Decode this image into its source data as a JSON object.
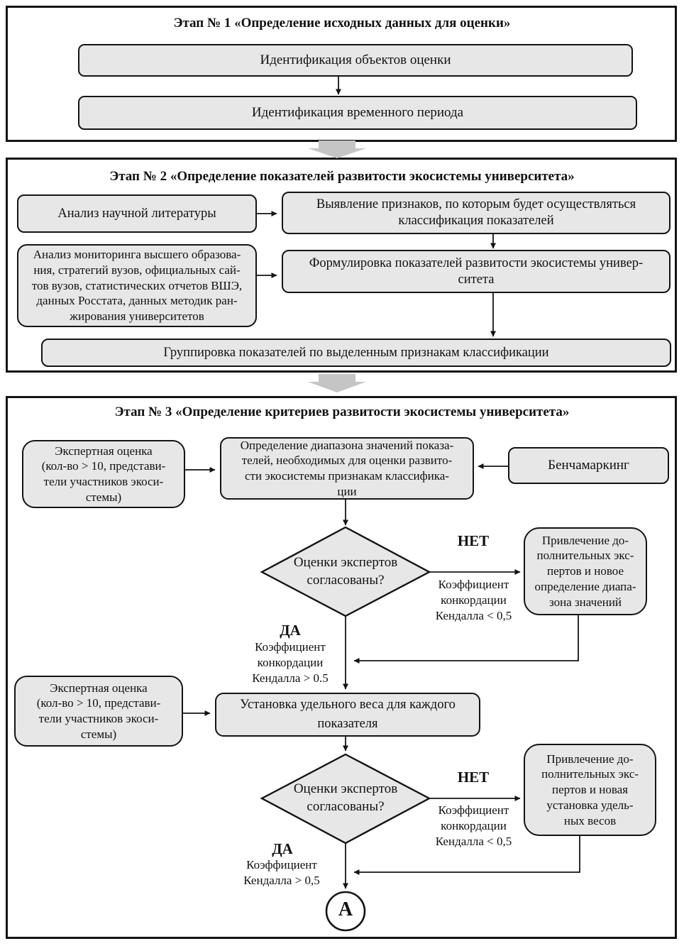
{
  "stage1": {
    "title": "Этап № 1 «Определение исходных данных для оценки»",
    "box_objects": "Идентификация объектов оценки",
    "box_period": "Идентификация временного периода"
  },
  "stage2": {
    "title": "Этап № 2 «Определение показателей развитости экосистемы университета»",
    "box_literature": "Анализ научной литературы",
    "box_signs": "Выявление признаков, по которым будет осуществляться\nклассификация показателей",
    "box_monitoring": "Анализ мониторинга высшего образова-\nния, стратегий вузов, официальных сай-\nтов вузов, статистических отчетов ВШЭ,\nданных Росстата, данных методик ран-\nжирования университетов",
    "box_formulation": "Формулировка показателей развитости экосистемы универ-\nситета",
    "box_grouping": "Группировка показателей по выделенным признакам классификации"
  },
  "stage3": {
    "title": "Этап № 3 «Определение критериев развитости экосистемы университета»",
    "box_expert1": "Экспертная оценка\n(кол-во > 10, представи-\nтели участников экоси-\nстемы)",
    "box_range": "Определение диапазона значений показа-\nтелей, необходимых для оценки развито-\nсти экосистемы признакам классифика-\nции",
    "box_benchmarking": "Бенчамаркинг",
    "diamond1": "Оценки экспертов\nсогласованы?",
    "label_no1": "НЕТ",
    "label_no1_sub": "Коэффициент\nконкордации\nКендалла < 0,5",
    "box_add_experts1": "Привлечение до-\nполнительных экс-\nпертов и новое\nопределение диапа-\nзона значений",
    "label_yes1": "ДА",
    "label_yes1_sub": "Коэффициент\nконкордации\nКендалла > 0.5",
    "box_expert2": "Экспертная оценка\n(кол-во > 10, представи-\nтели участников экоси-\nстемы)",
    "box_weights": "Установка удельного веса для каждого\nпоказателя",
    "diamond2": "Оценки экспертов\nсогласованы?",
    "label_no2": "НЕТ",
    "label_no2_sub": "Коэффициент\nконкордации\nКендалла < 0,5",
    "box_add_experts2": "Привлечение до-\nполнительных экс-\nпертов и новая\nустановка удель-\nных весов",
    "label_yes2": "ДА",
    "label_yes2_sub": "Коэффициент\nКендалла > 0,5",
    "connector_a": "А"
  },
  "colors": {
    "box_fill": "#e7e7e7",
    "line": "#141414",
    "chevron": "#c5c5c5"
  }
}
